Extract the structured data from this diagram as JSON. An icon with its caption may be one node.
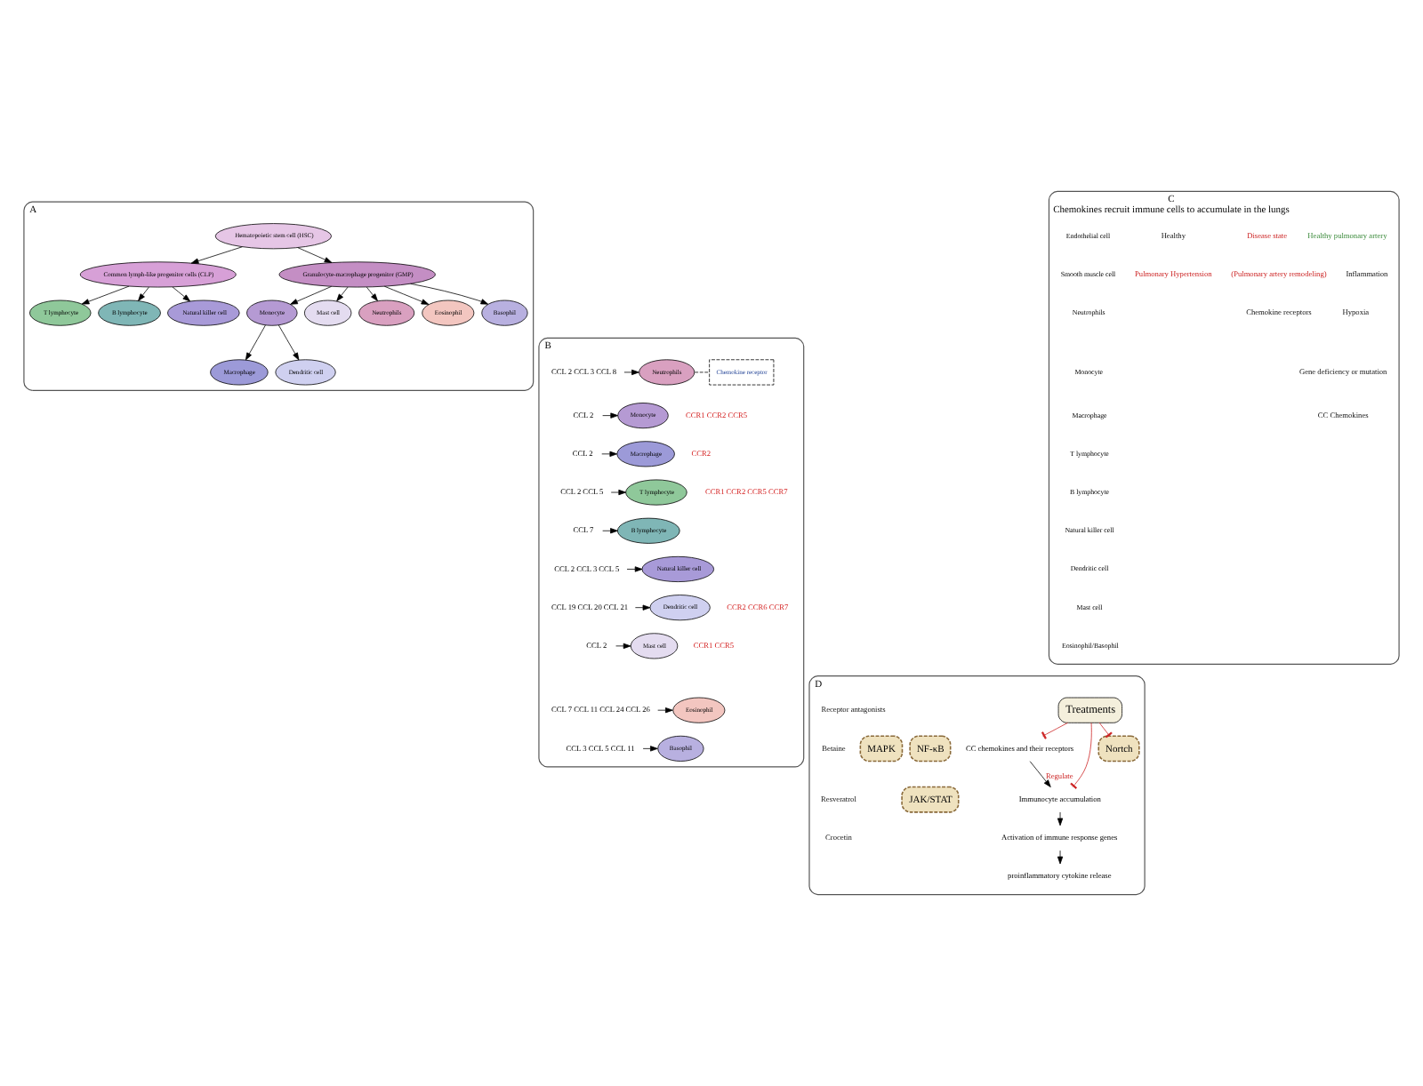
{
  "diagram": {
    "nodes": [
      {
        "text": [
          "A"
        ]
      },
      {
        "text": [
          "Hematopoietic stem cell (HSC)"
        ],
        "in": 0
      },
      {
        "text": [
          "Common lymph-like progenitor cells (CLP)"
        ],
        "in": 0
      },
      {
        "text": [
          "Granulocyte-macrophage progenitor (GMP)"
        ],
        "in": 0
      },
      {
        "text": [
          "T lymphocyte"
        ],
        "in": 0
      },
      {
        "text": [
          "B lymphocyte"
        ],
        "in": 0
      },
      {
        "text": [
          "Natural killer cell"
        ],
        "in": 0
      },
      {
        "text": [
          "Monocyte"
        ],
        "in": 0
      },
      {
        "text": [
          "Mast cell"
        ],
        "in": 0
      },
      {
        "text": [
          "Macrophage"
        ],
        "in": 0
      },
      {
        "text": [
          "Dendritic cell"
        ],
        "in": 0
      },
      {
        "text": [
          "Neutrophils"
        ],
        "in": 0
      },
      {
        "text": [
          "Eosinophil"
        ],
        "in": 0
      },
      {
        "text": [
          "Basophil"
        ],
        "in": 0
      },
      {
        "text": [
          "B"
        ]
      },
      {
        "text": [
          "CCL 2 CCL 3 CCL 8"
        ],
        "in": 14
      },
      {
        "text": [
          "Neutrophils"
        ],
        "in": 14
      },
      {
        "text": [
          "Chemokine receptor"
        ],
        "in": 14
      },
      {
        "text": [
          "CCL 2"
        ],
        "in": 14
      },
      {
        "text": [
          "Monocyte"
        ],
        "beside": [
          "CCR1 CCR2 CCR5"
        ],
        "in": 14
      },
      {
        "text": [
          "CCL 2"
        ],
        "in": 14
      },
      {
        "text": [
          "Macrophage"
        ],
        "beside": [
          "CCR2"
        ],
        "in": 14
      },
      {
        "text": [
          "CCL 2 CCL 5"
        ],
        "in": 14
      },
      {
        "text": [
          "T lymphocyte"
        ],
        "beside": [
          "CCR1 CCR2 CCR5 CCR7"
        ],
        "in": 14
      },
      {
        "text": [
          "CCL 7"
        ],
        "in": 14
      },
      {
        "text": [
          "B lymphocyte"
        ],
        "in": 14
      },
      {
        "text": [
          "CCL 2 CCL 3 CCL 5"
        ],
        "in": 14
      },
      {
        "text": [
          "Natural killer cell"
        ],
        "in": 14
      },
      {
        "text": [
          "CCL 19 CCL 20 CCL 21"
        ],
        "in": 14
      },
      {
        "text": [
          "Dendritic cell"
        ],
        "beside": [
          "CCR2 CCR6 CCR7"
        ],
        "in": 14
      },
      {
        "text": [
          "CCL 2"
        ],
        "in": 14
      },
      {
        "text": [
          "Mast cell"
        ],
        "beside": [
          "CCR1 CCR5"
        ],
        "in": 14
      },
      {
        "text": [
          "CCL 7 CCL 11 CCL 24 CCL 26"
        ],
        "in": 14
      },
      {
        "text": [
          "Eosinophil"
        ],
        "in": 14
      },
      {
        "text": [
          "CCL 3 CCL 5 CCL 11"
        ],
        "in": 14
      },
      {
        "text": [
          "Basophil"
        ],
        "in": 14
      },
      {
        "text": [
          "C",
          "Chemokines recruit immune cells to accumulate in the lungs"
        ]
      },
      {
        "text": [
          "D"
        ]
      },
      {
        "text": [
          "Treatments"
        ],
        "in": 37
      },
      {
        "text": [
          "CC chemokines and their receptors"
        ],
        "in": 37
      },
      {
        "text": [
          "Immunocyte accumulation"
        ],
        "in": 37
      },
      {
        "text": [
          "NF-κB"
        ],
        "in": 37
      },
      {
        "text": [
          "MAPK"
        ],
        "in": 37
      },
      {
        "text": [
          "Nortch"
        ],
        "in": 37
      },
      {
        "text": [
          "JAK/STAT"
        ],
        "in": 37
      },
      {
        "text": [
          "Activation of immune response genes"
        ],
        "in": 37
      },
      {
        "text": [
          "proinflammatory cytokine release"
        ],
        "in": 37
      }
    ],
    "edges": [
      {
        "from": 1,
        "to": 2,
        "arrow": "to"
      },
      {
        "from": 1,
        "to": 3,
        "arrow": "to"
      },
      {
        "from": 2,
        "to": 4,
        "arrow": "to"
      },
      {
        "from": 2,
        "to": 5,
        "arrow": "to"
      },
      {
        "from": 2,
        "to": 6,
        "arrow": "to"
      },
      {
        "from": 3,
        "to": 7,
        "arrow": "to"
      },
      {
        "from": 3,
        "to": 8,
        "arrow": "to"
      },
      {
        "from": 3,
        "to": 11,
        "arrow": "to"
      },
      {
        "from": 3,
        "to": 12,
        "arrow": "to"
      },
      {
        "from": 3,
        "to": 13,
        "arrow": "to"
      },
      {
        "from": 7,
        "to": 9,
        "arrow": "to"
      },
      {
        "from": 7,
        "to": 10,
        "arrow": "to"
      },
      {
        "from": 15,
        "to": 16,
        "arrow": "to"
      },
      {
        "from": 16,
        "to": 17,
        "arrow": "none",
        "style": "dashed"
      },
      {
        "from": 18,
        "to": 19,
        "arrow": "to"
      },
      {
        "from": 20,
        "to": 21,
        "arrow": "to"
      },
      {
        "from": 22,
        "to": 23,
        "arrow": "to"
      },
      {
        "from": 24,
        "to": 25,
        "arrow": "to"
      },
      {
        "from": 26,
        "to": 27,
        "arrow": "to"
      },
      {
        "from": 28,
        "to": 29,
        "arrow": "to"
      },
      {
        "from": 30,
        "to": 31,
        "arrow": "to"
      },
      {
        "from": 32,
        "to": 33,
        "arrow": "to"
      },
      {
        "from": 34,
        "to": 35,
        "arrow": "to"
      },
      {
        "from": 38,
        "to": 39,
        "arrow": "other",
        "color": "#cc2222"
      },
      {
        "from": 38,
        "to": 40,
        "arrow": "other",
        "color": "#cc2222"
      },
      {
        "from": 38,
        "to": 43,
        "arrow": "other",
        "color": "#cc2222"
      },
      {
        "from": 39,
        "to": 40,
        "arrow": "to",
        "label": "Regulate"
      },
      {
        "from": 40,
        "to": 45,
        "arrow": "to"
      },
      {
        "from": 45,
        "to": 46,
        "arrow": "to"
      }
    ],
    "labels": [
      "Healthy pulmonary artery",
      "Disease state",
      "(Pulmonary artery remodeling)",
      "Inflammation",
      "Hypoxia",
      "Gene deficiency or mutation",
      "CC Chemokines",
      "Chemokine receptors",
      "Healthy",
      "Pulmonary Hypertension",
      "Receptor antagonists",
      "Betaine",
      "Resveratrol",
      "Crocetin"
    ],
    "legend": [
      {
        "text": "Endothelial cell"
      },
      {
        "text": "Smooth muscle cell"
      },
      {
        "text": "Neutrophils"
      },
      {
        "text": "Monocyte"
      },
      {
        "text": "Macrophage"
      },
      {
        "text": "T lymphocyte"
      },
      {
        "text": "B lymphocyte"
      },
      {
        "text": "Natural killer cell"
      },
      {
        "text": "Dendritic cell"
      },
      {
        "text": "Mast cell"
      },
      {
        "text": "Eosinophil/Basophil"
      }
    ]
  }
}
